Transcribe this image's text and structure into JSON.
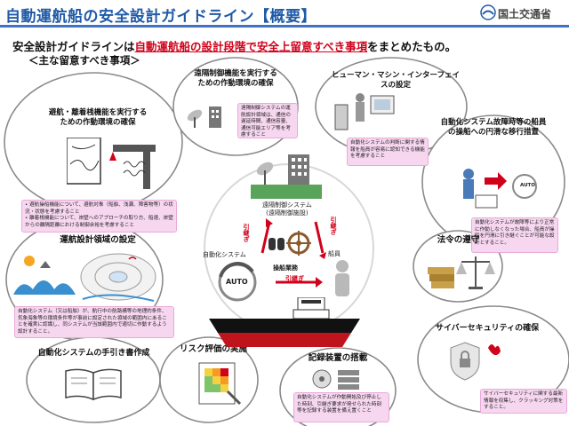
{
  "header": {
    "title": "自動運航船の安全設計ガイドライン【概要】",
    "ministry": "国土交通省"
  },
  "lead": {
    "pre": "安全設計ガイドラインは",
    "highlight": "自動運航船の設計段階で安全上留意すべき事項",
    "post": "をまとめたもの。"
  },
  "subheading": "＜主な留意すべき事項＞",
  "center": {
    "remote_station": "遠隔制御システム\n(遠隔制御施設)",
    "auto_system": "自動化システム",
    "auto_badge": "AUTO",
    "crew": "船員",
    "operations": "操船業務",
    "handover_left": "引継ぎ",
    "handover_right": "引継ぎ",
    "handover_bottom": "引継ぎ"
  },
  "items": {
    "berthing": {
      "title": "避航・離着桟機能を実行する\nための作動環境の確保",
      "notes": [
        "避航操船機能について、避航対象（船舶、浅瀬、障害物等）の状況・状態を考慮すること",
        "離着桟機能について、岸壁へのアプローチの取り方、船速、岸壁からの離隔距離における制御余裕を考慮すること"
      ]
    },
    "remote_env": {
      "title": "遠隔制御機能を実行する\nための作動環境の確保",
      "note": "遠隔制御システムの運航設計領域は、通信の遅延時間、通信容量、通信可能エリア等を考慮すること"
    },
    "hmi": {
      "title": "ヒューマン・マシン・インターフェイスの設定",
      "note": "自動化システムの判断に関する情報を船員が容易に認知できる機能を考慮すること"
    },
    "failure": {
      "title": "自動化システム故障時等の船員\nの操船への円滑な移行措置",
      "badge": "AUTO",
      "note": "自動化システムが故障等により正常に作動しなくなった場合、船員が操船を円滑に引き継ぐことが可能な設計とすること。"
    },
    "odd": {
      "title": "運航設計領域の設定",
      "note": "自動化システム（又は船舶）が、航行中の航路構等の地理的条件、気象海象等の環境条件等が事前に設定された領域の範囲内にあることを確実に認識し、同システムが当該範囲内で適切に作動するよう設計すること。"
    },
    "law": {
      "title": "法令の遵守"
    },
    "cyber": {
      "title": "サイバーセキュリティの確保",
      "note": "サイバーセキュリティに関する最新情報を収集し、クラッキング対策をすること。"
    },
    "manual": {
      "title": "自動化システムの手引き書作成"
    },
    "risk": {
      "title": "リスク評価の実施"
    },
    "recorder": {
      "title": "記録装置の搭載",
      "note": "自動化システムが作動開始及び停止した時刻、引継ぎ要求が発せられた時刻等を記録する装置を備え置くこと"
    }
  },
  "colors": {
    "title_blue": "#1f5aa6",
    "highlight_red": "#d0021b",
    "note_pink": "#f7d7f0",
    "hull_red": "#c0141c",
    "bubble_border": "#8a8a8a",
    "green_dish": "#5aa35a"
  }
}
